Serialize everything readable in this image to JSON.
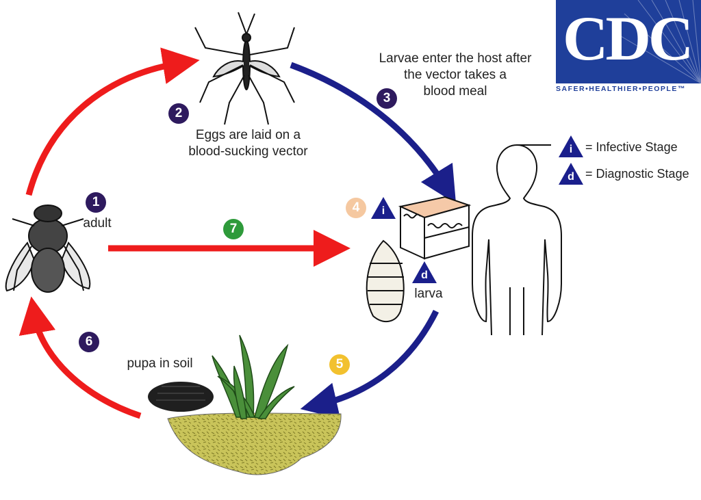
{
  "logo": {
    "text": "CDC",
    "tagline": "SAFER•HEALTHIER•PEOPLE™",
    "color": "#1f3f9a"
  },
  "steps": [
    {
      "number": "1",
      "label": "adult",
      "color": "#2e1a5e"
    },
    {
      "number": "2",
      "label": "Eggs are laid on a blood-sucking vector",
      "color": "#2e1a5e"
    },
    {
      "number": "3",
      "label": "Larvae enter the host after the vector takes a blood meal",
      "color": "#2e1a5e"
    },
    {
      "number": "4",
      "label": "",
      "color": "#f5c8a0"
    },
    {
      "number": "5",
      "label": "",
      "color": "#f2c12e"
    },
    {
      "number": "6",
      "label": "",
      "color": "#2e1a5e"
    },
    {
      "number": "7",
      "label": "",
      "color": "#2e9a3a"
    }
  ],
  "labels": {
    "eggs_line1": "Eggs are laid on a",
    "eggs_line2": "blood-sucking vector",
    "larvae_line1": "Larvae enter the host after",
    "larvae_line2": "the vector takes a",
    "larvae_line3": "blood meal",
    "adult": "adult",
    "larva": "larva",
    "pupa": "pupa in soil"
  },
  "legend": {
    "infective_letter": "i",
    "infective_text": "= Infective Stage",
    "diagnostic_letter": "d",
    "diagnostic_text": "= Diagnostic Stage"
  },
  "colors": {
    "red_arrow": "#ee1c1c",
    "blue_arrow": "#1b1f8a",
    "triangle": "#1a1f8c",
    "soil": "#c9c45a"
  }
}
